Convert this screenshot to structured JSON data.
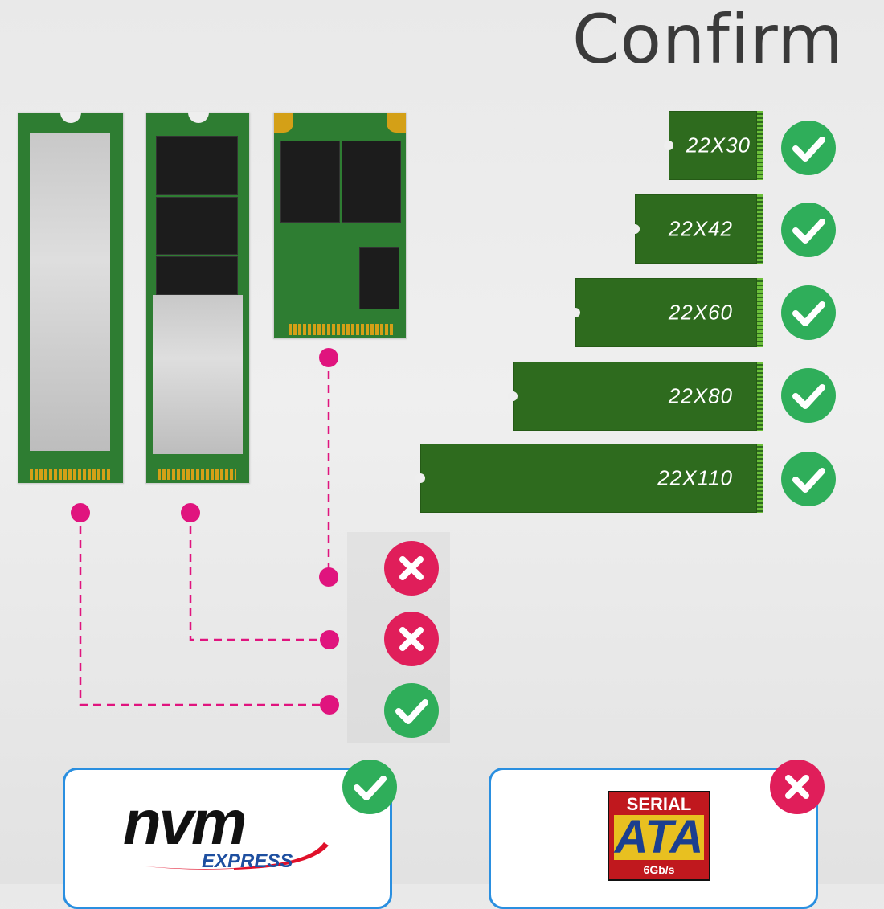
{
  "title": "Confirm",
  "sizes": [
    {
      "label": "22X30",
      "supported": true
    },
    {
      "label": "22X42",
      "supported": true
    },
    {
      "label": "22X60",
      "supported": true
    },
    {
      "label": "22X80",
      "supported": true
    },
    {
      "label": "22X110",
      "supported": true
    }
  ],
  "interfaces": [
    {
      "drive": "msata-ssd",
      "supported": false
    },
    {
      "drive": "m2-sata-ssd",
      "supported": false
    },
    {
      "drive": "m2-nvme-ssd",
      "supported": true
    }
  ],
  "protocols": {
    "nvme": {
      "logo_text": "nvm",
      "logo_subtext": "EXPRESS",
      "supported": true
    },
    "sata": {
      "logo_top": "SERIAL",
      "logo_main": "ATA",
      "logo_sub": "6Gb/s",
      "supported": false
    }
  },
  "colors": {
    "check": "#2fae5a",
    "cross": "#e01e5a",
    "connector": "#e0147e",
    "bar": "#2e6b1e",
    "panel_border": "#2a8fe0"
  },
  "icons": {
    "ok": "check-circle-icon",
    "no": "cross-circle-icon"
  }
}
